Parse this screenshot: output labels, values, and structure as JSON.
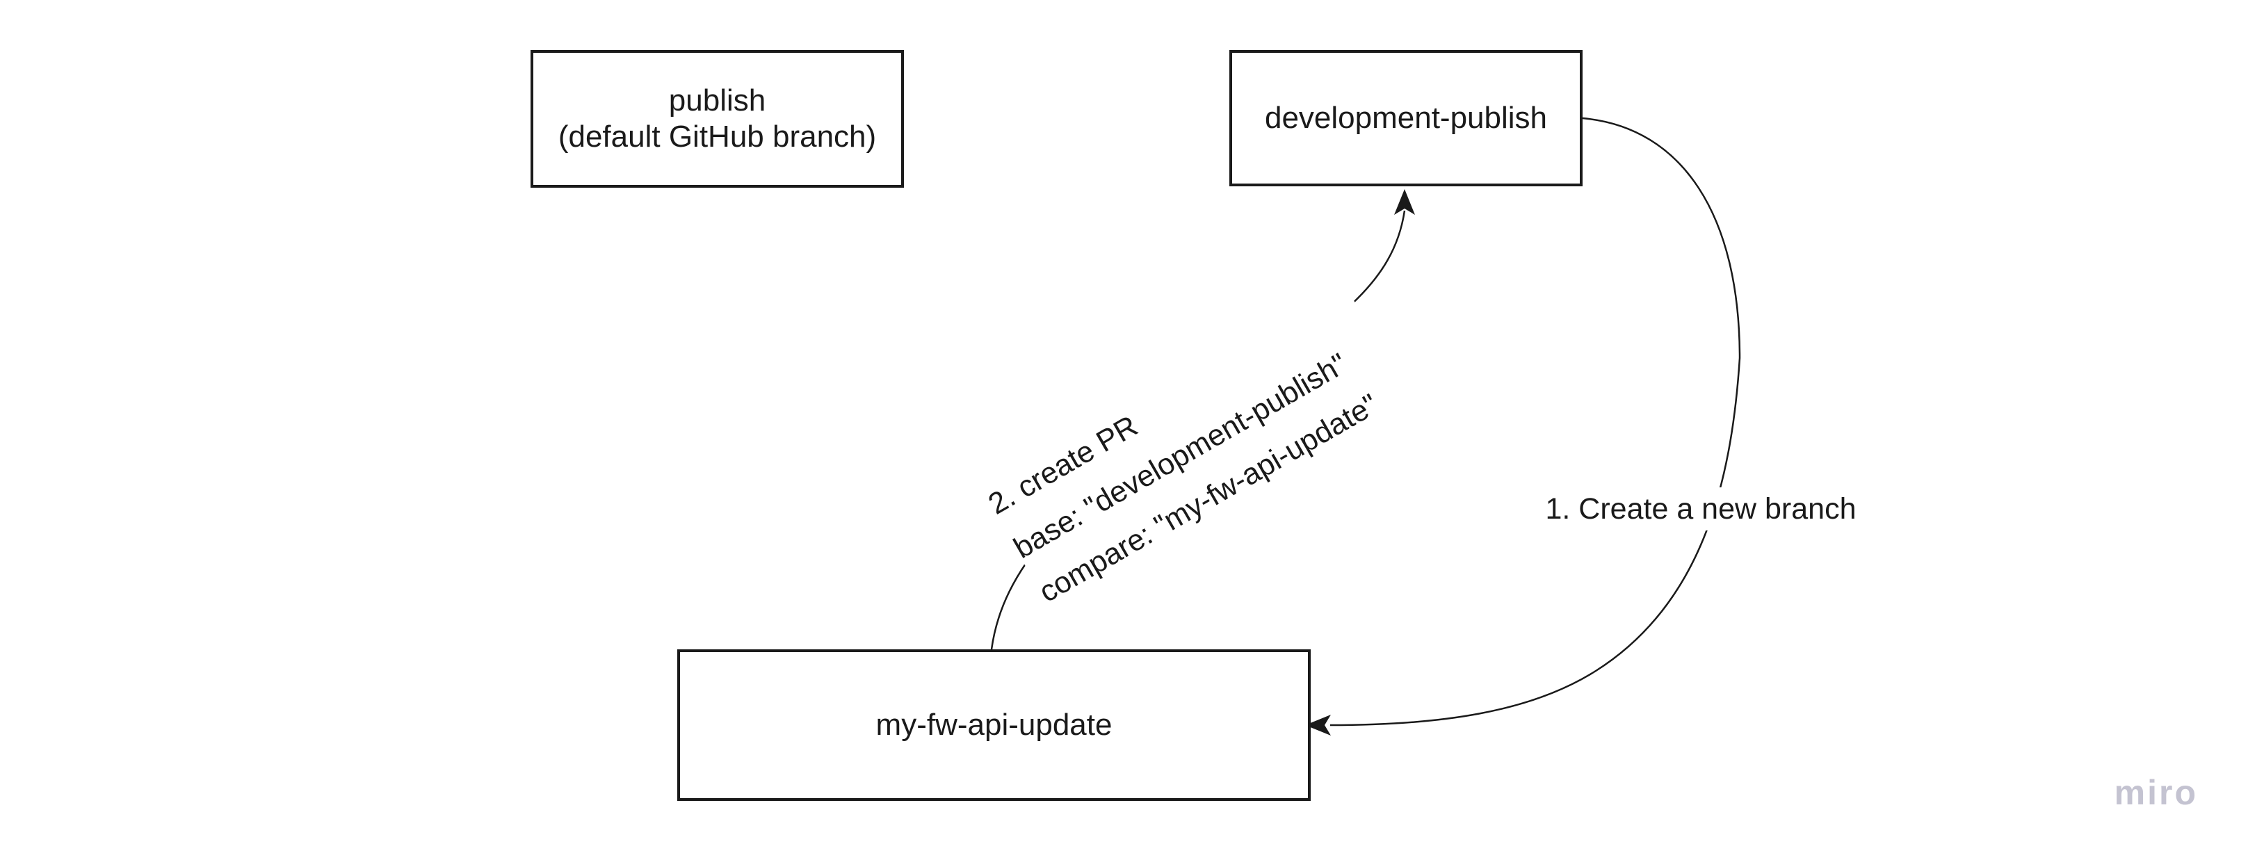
{
  "canvas": {
    "background": "#ffffff",
    "stroke_color": "#1a1a1a",
    "watermark_color": "#c4c3d1"
  },
  "nodes": {
    "publish": {
      "lines": [
        "publish",
        "(default GitHub branch)"
      ]
    },
    "development_publish": {
      "label": "development-publish"
    },
    "my_fw_api_update": {
      "label": "my-fw-api-update"
    }
  },
  "connectors": {
    "create_branch": {
      "label": "1. Create a new branch"
    },
    "create_pr": {
      "lines": [
        "2. create PR",
        "base: \"development-publish\"",
        "compare: \"my-fw-api-update\""
      ]
    }
  },
  "watermark": "miro"
}
